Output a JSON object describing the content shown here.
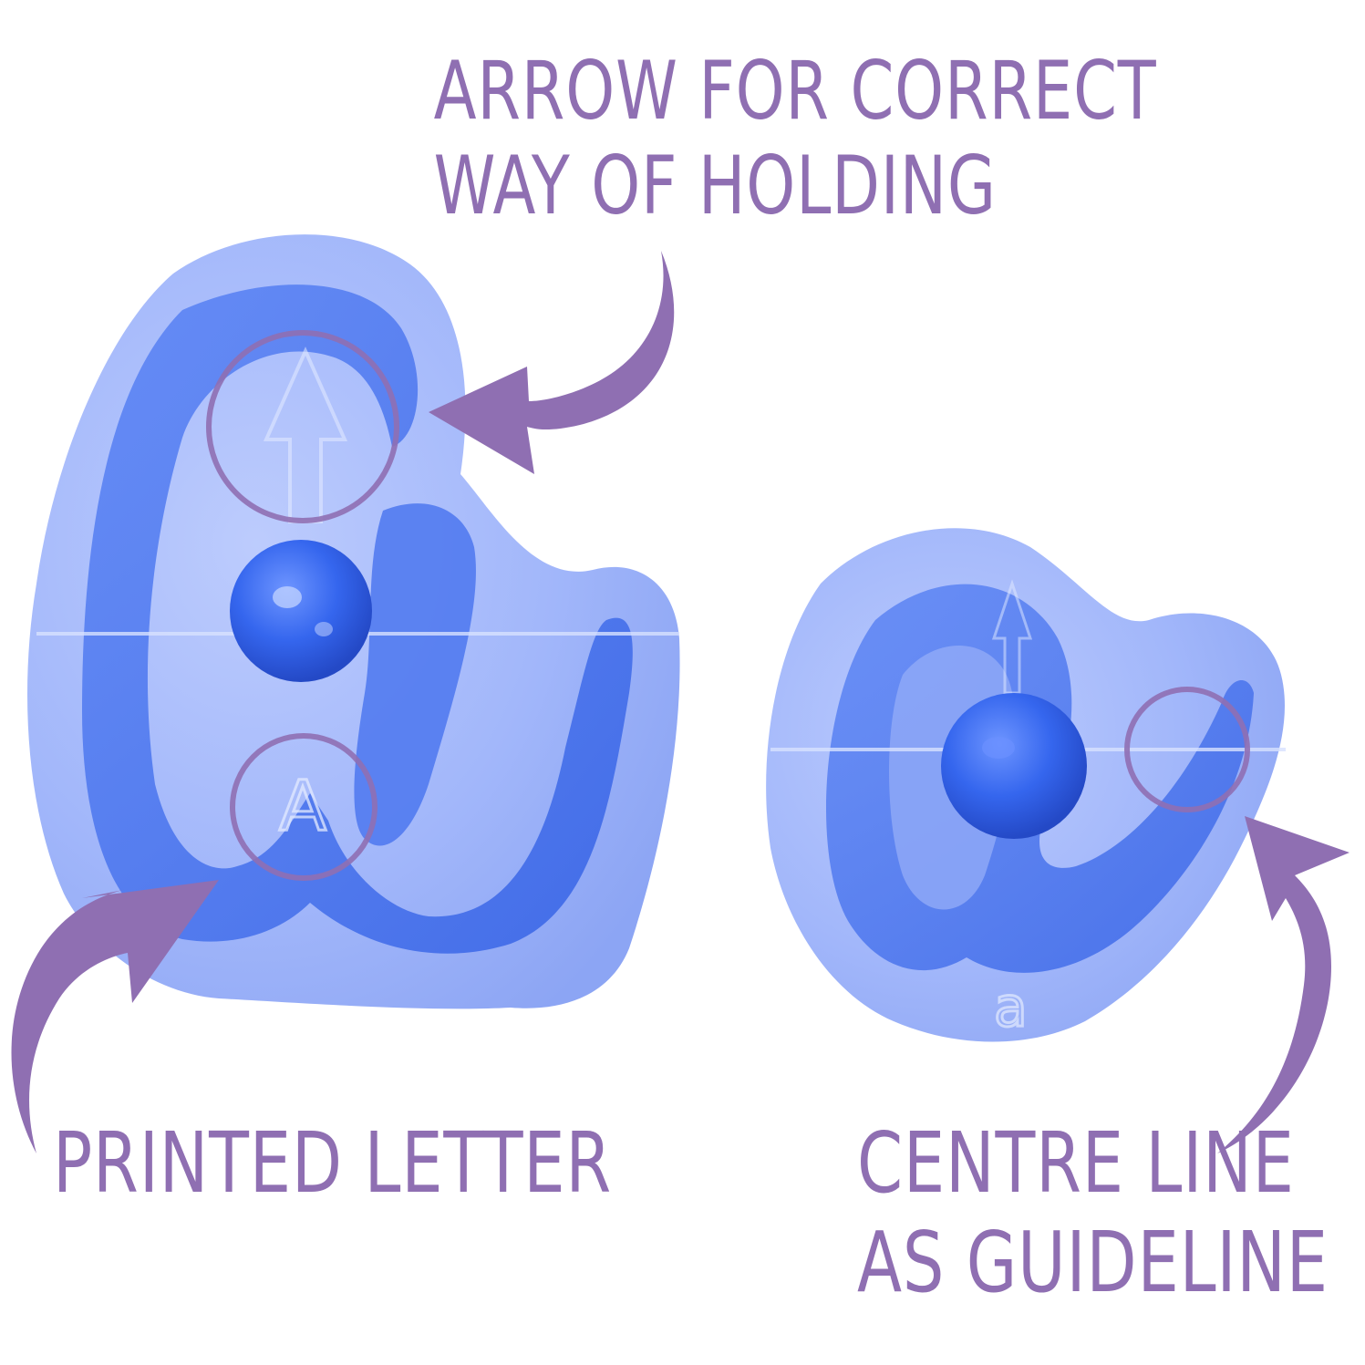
{
  "labels": {
    "arrow": {
      "line1": "ARROW FOR CORRECT",
      "line2": "WAY OF HOLDING"
    },
    "printed": {
      "line1": "PRINTED LETTER"
    },
    "centre": {
      "line1": "CENTRE LINE",
      "line2": "AS GUIDELINE"
    }
  },
  "marks": {
    "printed_letter_large": "A",
    "printed_letter_small": "a"
  },
  "colors": {
    "annotation": "#8f6fb2",
    "plastic": "#4a78f0",
    "plastic_light": "#9fb6fb",
    "background": "#ffffff"
  }
}
